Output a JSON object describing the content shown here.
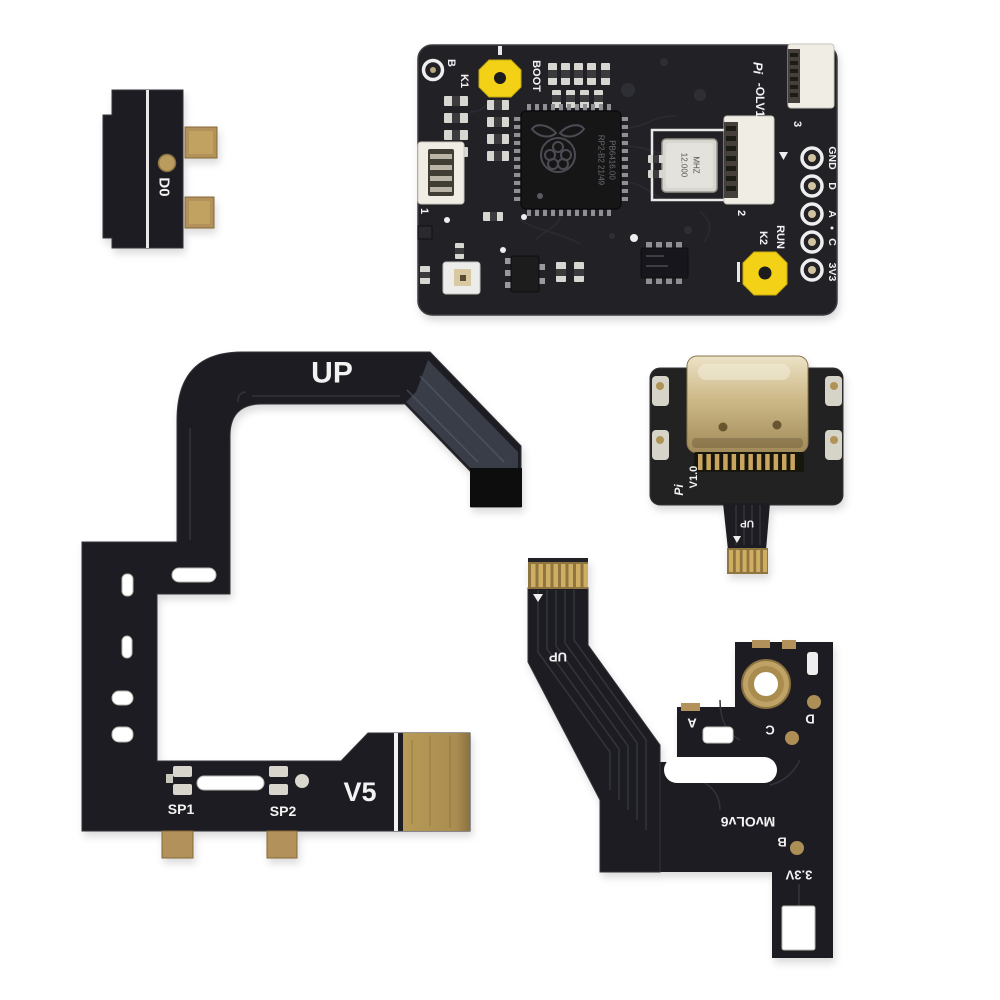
{
  "scene": {
    "description": "Product photo of an RP2040-based console modchip kit: main PCB, D0 flex adapter, large UP arch flex (V5), USB-C port board (V1.0) and console flex cable (MvOLv6) on a white background"
  },
  "colors": {
    "board_black": "#232328",
    "flex_black": "#1e1e22",
    "gold": "#b5954f",
    "gold_light": "#cfae63",
    "silk_white": "#f2f2f2",
    "button_yellow": "#f2d117",
    "metal_silver": "#d6d3c9"
  },
  "main_pcb": {
    "pad_b": "B",
    "btn_k1": "K1",
    "btn_boot": "BOOT",
    "conn_1": "1",
    "conn_2": "2",
    "conn_3": "3",
    "logo": "Pi",
    "version": "-OLV1",
    "run": "RUN",
    "btn_k2": "K2",
    "pad_labels": [
      "GND",
      "D",
      "A",
      "C",
      "3V3"
    ],
    "chip_line1": "RP2-B2 21/49",
    "chip_line2": "PB6416.00",
    "crystal_line1": "12.000",
    "crystal_line2": "MHZ"
  },
  "d0_flex": {
    "label": "D0"
  },
  "arch_flex": {
    "direction": "UP",
    "pad_sp1": "SP1",
    "pad_sp2": "SP2",
    "version": "V5"
  },
  "usbc_board": {
    "logo": "Pi",
    "version": "V1.0",
    "direction": "UP"
  },
  "console_flex": {
    "direction": "UP",
    "pad_a": "A",
    "pad_c": "C",
    "pad_d": "D",
    "pad_b": "B",
    "version": "MvOLv6",
    "voltage": "3.3V"
  }
}
